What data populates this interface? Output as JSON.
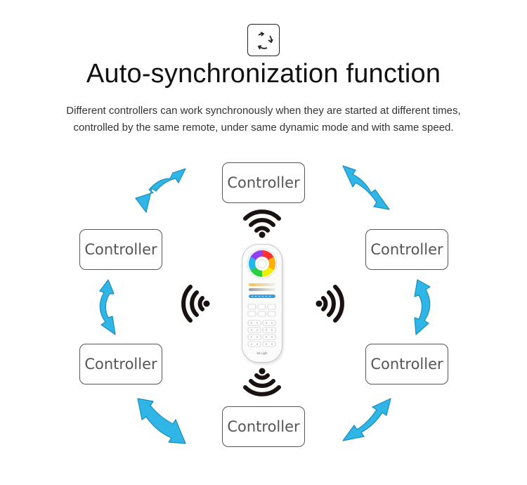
{
  "header": {
    "title": "Auto-synchronization function",
    "subtitle_lines": [
      "Different controllers can work synchronously when they are started at different times,",
      "controlled by the same remote, under same dynamic mode and with same speed."
    ],
    "icon": "sync-icon"
  },
  "controllers": [
    {
      "label": "Controller"
    },
    {
      "label": "Controller"
    },
    {
      "label": "Controller"
    },
    {
      "label": "Controller"
    },
    {
      "label": "Controller"
    },
    {
      "label": "Controller"
    }
  ],
  "remote": {
    "brand": "Mi·Light",
    "icon": "remote-control"
  },
  "signal_icons": [
    "wifi-up-icon",
    "wifi-left-icon",
    "wifi-right-icon",
    "wifi-down-icon"
  ],
  "colors": {
    "arrow": "#2fb5e6",
    "arrow_outline": "#1a8fc0",
    "box_border": "#555555",
    "text": "#111111"
  }
}
